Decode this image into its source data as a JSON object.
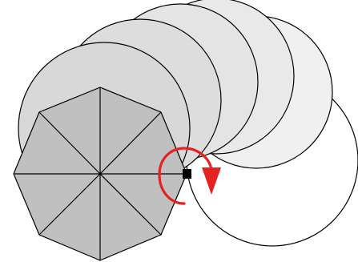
{
  "diagram": {
    "kind": "rotating-octagon-sweep",
    "circle_count": 6,
    "octagon_sides": 8,
    "colors": {
      "background": "#ffffff",
      "stroke": "#000000",
      "octagon_fill": "#c0c0c0",
      "arrow": "#e52222",
      "pivot": "#000000",
      "circle_fills": [
        "#ffffff",
        "#f0f0f0",
        "#e9e9e9",
        "#e4e4e4",
        "#dddddd",
        "#d8d8d8"
      ]
    },
    "icons": {
      "rotation": "clockwise-rotation-arrow-icon",
      "pivot": "pivot-square-icon"
    }
  }
}
